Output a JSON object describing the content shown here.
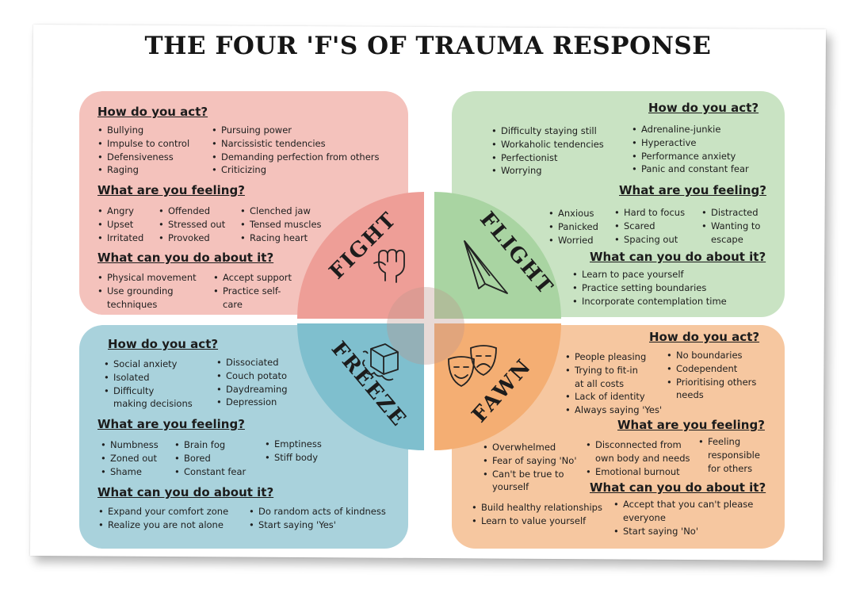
{
  "title": "THE FOUR 'F'S OF TRAUMA RESPONSE",
  "colors": {
    "fight": "#f4c2bc",
    "flight": "#c9e3c3",
    "freeze": "#a9d2dc",
    "fawn": "#f6c7a0"
  },
  "fight": {
    "label": "FIGHT",
    "icon": "fist-icon",
    "act_heading": "How do you act?",
    "act": [
      [
        "Bullying",
        "Impulse to control",
        "Defensiveness",
        "Raging"
      ],
      [
        "Pursuing power",
        "Narcissistic tendencies",
        "Demanding perfection from others",
        "Criticizing"
      ]
    ],
    "feel_heading": "What are you feeling?",
    "feel": [
      [
        "Angry",
        "Upset",
        "Irritated"
      ],
      [
        "Offended",
        "Stressed out",
        "Provoked"
      ],
      [
        "Clenched jaw",
        "Tensed muscles",
        "Racing heart"
      ]
    ],
    "do_heading": "What can you do about it?",
    "do": [
      [
        "Physical movement",
        "Use grounding|techniques"
      ],
      [
        "Accept support",
        "Practice self-|care"
      ]
    ]
  },
  "flight": {
    "label": "FLIGHT",
    "icon": "paper-plane-icon",
    "act_heading": "How do you act?",
    "act": [
      [
        "Difficulty staying still",
        "Workaholic tendencies",
        "Perfectionist",
        "Worrying"
      ],
      [
        "Adrenaline-junkie",
        "Hyperactive",
        "Performance anxiety",
        "Panic and constant fear"
      ]
    ],
    "feel_heading": "What are you feeling?",
    "feel": [
      [
        "Anxious",
        "Panicked",
        "Worried"
      ],
      [
        "Hard to focus",
        "Scared",
        "Spacing out"
      ],
      [
        "Distracted",
        "Wanting to|escape"
      ]
    ],
    "do_heading": "What can you do about it?",
    "do": [
      [
        "Learn to pace yourself",
        "Practice setting boundaries",
        "Incorporate contemplation time"
      ]
    ]
  },
  "freeze": {
    "label": "FREEZE",
    "icon": "ice-cube-icon",
    "act_heading": "How do you act?",
    "act": [
      [
        "Social anxiety",
        "Isolated",
        "Difficulty|making decisions"
      ],
      [
        "Dissociated",
        "Couch potato",
        "Daydreaming",
        "Depression"
      ]
    ],
    "feel_heading": "What are you feeling?",
    "feel": [
      [
        "Numbness",
        "Zoned out",
        "Shame"
      ],
      [
        "Brain fog",
        "Bored",
        "Constant fear"
      ],
      [
        "Emptiness",
        "Stiff body"
      ]
    ],
    "do_heading": "What can you do about it?",
    "do": [
      [
        "Expand your comfort zone",
        "Realize you are not alone"
      ],
      [
        "Do random acts of kindness",
        "Start saying 'Yes'"
      ]
    ]
  },
  "fawn": {
    "label": "FAWN",
    "icon": "theater-masks-icon",
    "act_heading": "How do you act?",
    "act": [
      [
        "People pleasing",
        "Trying to fit-in|at all costs",
        "Lack of identity",
        "Always saying 'Yes'"
      ],
      [
        "No boundaries",
        "Codependent",
        "Prioritising others|needs"
      ]
    ],
    "feel_heading": "What are you feeling?",
    "feel": [
      [
        "Overwhelmed",
        "Fear of saying 'No'",
        "Can't be true to|yourself"
      ],
      [
        "Disconnected from|own body and needs",
        "Emotional burnout"
      ],
      [
        "Feeling|responsible|for others"
      ]
    ],
    "do_heading": "What can you do about it?",
    "do": [
      [
        "Build healthy relationships",
        "Learn to value yourself"
      ],
      [
        "Accept that you can't please|everyone",
        "Start saying 'No'"
      ]
    ]
  }
}
